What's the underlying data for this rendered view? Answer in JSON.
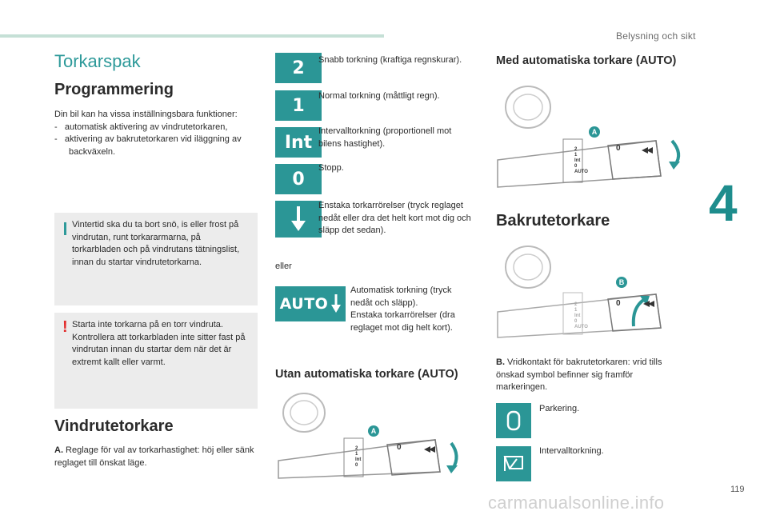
{
  "header": {
    "section": "Belysning och sikt",
    "chapter": "4",
    "page": "119"
  },
  "watermark": "carmanualsonline.info",
  "left": {
    "title": "Torkarspak",
    "programming": {
      "heading": "Programmering",
      "intro": "Din bil kan ha vissa inställningsbara funktioner:",
      "items": [
        "-   automatisk aktivering av vindrutetorkaren,",
        "-   aktivering av bakrutetorkaren vid iläggning av backväxeln."
      ]
    },
    "info_note": "Vintertid ska du ta bort snö, is eller frost på vindrutan, runt torkararmarna, på torkarbladen och på vindrutans tätningslist, innan du startar vindrutetorkarna.",
    "warning_note": "Starta inte torkarna på en torr vindruta. Kontrollera att torkarbladen inte sitter fast på vindrutan innan du startar dem när det är extremt kallt eller varmt.",
    "warning_symbol": "!",
    "front_wiper": {
      "heading": "Vindrutetorkare",
      "label": "A.",
      "text": " Reglage för val av torkarhastighet: höj eller sänk reglaget till önskat läge."
    }
  },
  "middle": {
    "modes": [
      {
        "symbol": "2",
        "text": "Snabb torkning (kraftiga regnskurar)."
      },
      {
        "symbol": "1",
        "text": "Normal torkning (måttligt regn)."
      },
      {
        "symbol": "Int",
        "text": "Intervalltorkning (proportionell mot bilens hastighet)."
      },
      {
        "symbol": "0",
        "text": "Stopp."
      },
      {
        "symbol": "down-arrow-icon",
        "text": "Enstaka torkarrörelser (tryck reglaget nedåt eller dra det helt kort mot dig och släpp det sedan)."
      }
    ],
    "or_text": "eller",
    "auto_mode": {
      "symbol": "AUTO",
      "line1": "Automatisk torkning (tryck nedåt och släpp).",
      "line2": "Enstaka torkarrörelser (dra reglaget mot dig helt kort)."
    },
    "without_auto_heading": "Utan automatiska torkare (AUTO)"
  },
  "right": {
    "with_auto_heading": "Med automatiska torkare (AUTO)",
    "rear_heading": "Bakrutetorkare",
    "rear_label": "B.",
    "rear_text": " Vridkontakt för bakrutetorkaren: vrid tills önskad symbol befinner sig framför markeringen.",
    "rear_modes": [
      {
        "symbol": "parking-icon",
        "text": "Parkering."
      },
      {
        "symbol": "rear-intermittent-icon",
        "text": "Intervalltorkning."
      }
    ]
  },
  "illustrations": {
    "lever_marks": [
      "2",
      "1",
      "Int",
      "0",
      "AUTO"
    ],
    "lever_marks_manual": [
      "2",
      "1",
      "Int",
      "0"
    ],
    "ring_zero": "0",
    "badge_a": "A",
    "badge_b": "B"
  },
  "colors": {
    "accent": "#2b9696",
    "title": "#2e9a9a",
    "warning": "#e22d2d",
    "note_bg": "#ececec",
    "topbar": "#c5e0d6"
  }
}
